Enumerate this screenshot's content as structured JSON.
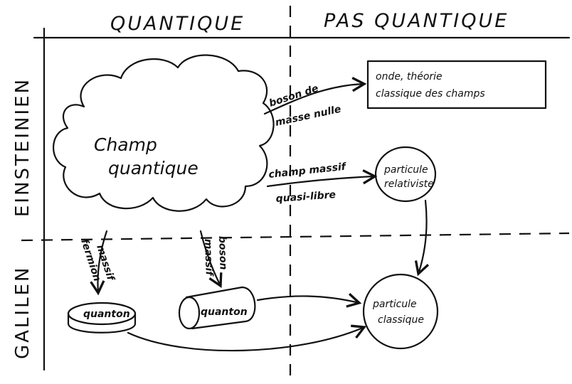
{
  "columns": {
    "quantique": "QUANTIQUE",
    "pas_quantique": "PAS QUANTIQUE"
  },
  "rows": {
    "einsteinien": "EINSTEINIEN",
    "galilen": "GALILEN"
  },
  "nodes": {
    "champ_quantique": [
      "Champ",
      "quantique"
    ],
    "onde": [
      "onde, théorie",
      "classique des champs"
    ],
    "particule_relativiste": [
      "particule",
      "relativiste"
    ],
    "quanton_fermion": "quanton",
    "quanton_boson": "quanton",
    "particule_classique": [
      "particule",
      "classique"
    ]
  },
  "edges": {
    "boson_masse_nulle": [
      "boson de",
      "masse nulle"
    ],
    "champ_massif": [
      "champ massif",
      "quasi-libre"
    ],
    "fermion_massif": [
      "fermion",
      "massif"
    ],
    "boson_massif": [
      "boson",
      "massif"
    ]
  }
}
